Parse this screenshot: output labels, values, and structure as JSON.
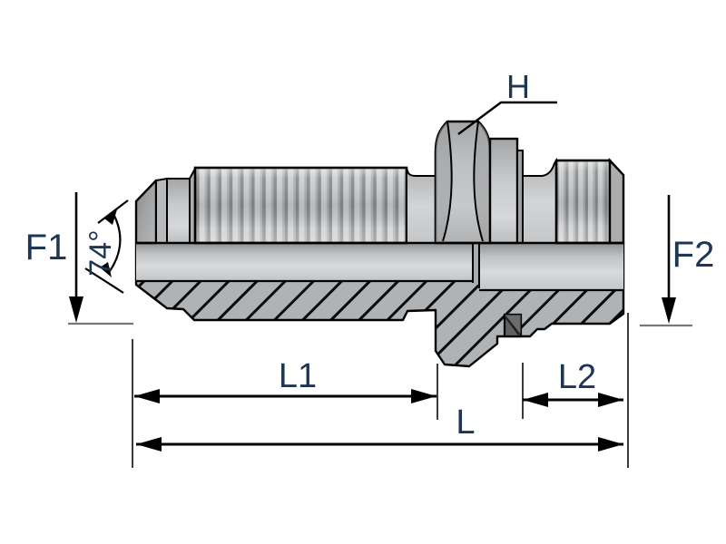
{
  "drawing": {
    "kind": "engineering cross-section of a male-male hydraulic adapter fitting",
    "labels": {
      "hex": "H",
      "flare_angle": "74°",
      "f1": "F1",
      "f2": "F2",
      "l1": "L1",
      "l2": "L2",
      "l": "L"
    },
    "colors": {
      "background": "#ffffff",
      "outline": "#000000",
      "label_text": "#1e3554",
      "extension_line": "#3c3c3c",
      "reference_baseline": "#777777",
      "body_gray": "#b4b6b8",
      "thread_dark": "#8a8c8e",
      "thread_light": "#cdcfd1",
      "hatch_fill": "#b0b3b5",
      "seal_dark": "#5e6062"
    }
  }
}
